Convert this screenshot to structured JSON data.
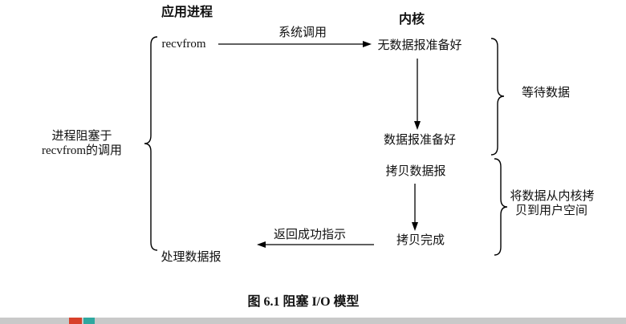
{
  "diagram": {
    "column_headers": {
      "app_process": "应用进程",
      "kernel": "内核"
    },
    "nodes": {
      "recvfrom": "recvfrom",
      "no_datagram_ready": "无数据报准备好",
      "datagram_ready": "数据报准备好",
      "copy_datagram": "拷贝数据报",
      "copy_complete": "拷贝完成",
      "process_datagram": "处理数据报"
    },
    "arrow_labels": {
      "system_call": "系统调用",
      "return_success": "返回成功指示"
    },
    "brace_labels": {
      "wait_for_data": "等待数据",
      "copy_kernel_to_user_line1": "将数据从内核拷",
      "copy_kernel_to_user_line2": "贝到用户空间",
      "process_blocked_line1": "进程阻塞于",
      "process_blocked_line2": "recvfrom的调用"
    },
    "caption": "图 6.1  阻塞 I/O 模型"
  },
  "watermark": {
    "bar_color": "#c9c9c9",
    "accent_colors": [
      "#d8402a",
      "#2fa8a0"
    ]
  }
}
